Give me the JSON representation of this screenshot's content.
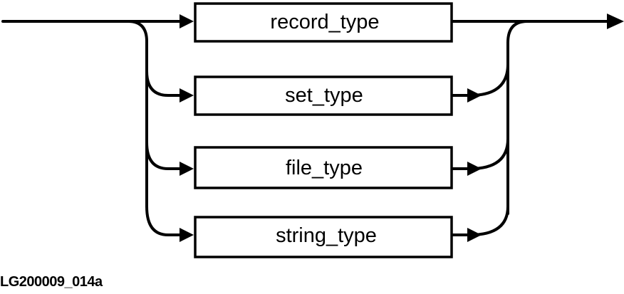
{
  "diagram": {
    "alternatives": [
      {
        "label": "record_type"
      },
      {
        "label": "set_type"
      },
      {
        "label": "file_type"
      },
      {
        "label": "string_type"
      }
    ],
    "figure_id": "LG200009_014a",
    "colors": {
      "ink": "#000000",
      "background": "#ffffff"
    }
  }
}
